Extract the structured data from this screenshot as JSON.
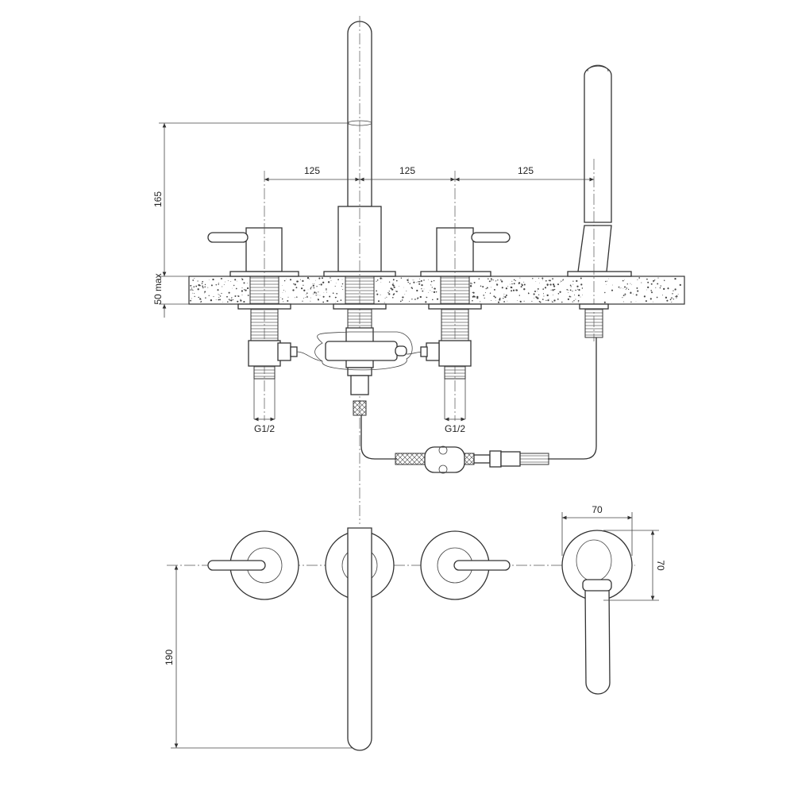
{
  "dimensions": {
    "spacing_left": "125",
    "spacing_middle": "125",
    "spacing_right": "125",
    "spout_height": "165",
    "deck_thickness": "50 max",
    "connection_left": "G1/2",
    "connection_right": "G1/2",
    "shower_rose_width": "70",
    "shower_rose_depth": "70",
    "spout_projection": "190"
  },
  "colors": {
    "line": "#333333",
    "background": "#ffffff"
  }
}
